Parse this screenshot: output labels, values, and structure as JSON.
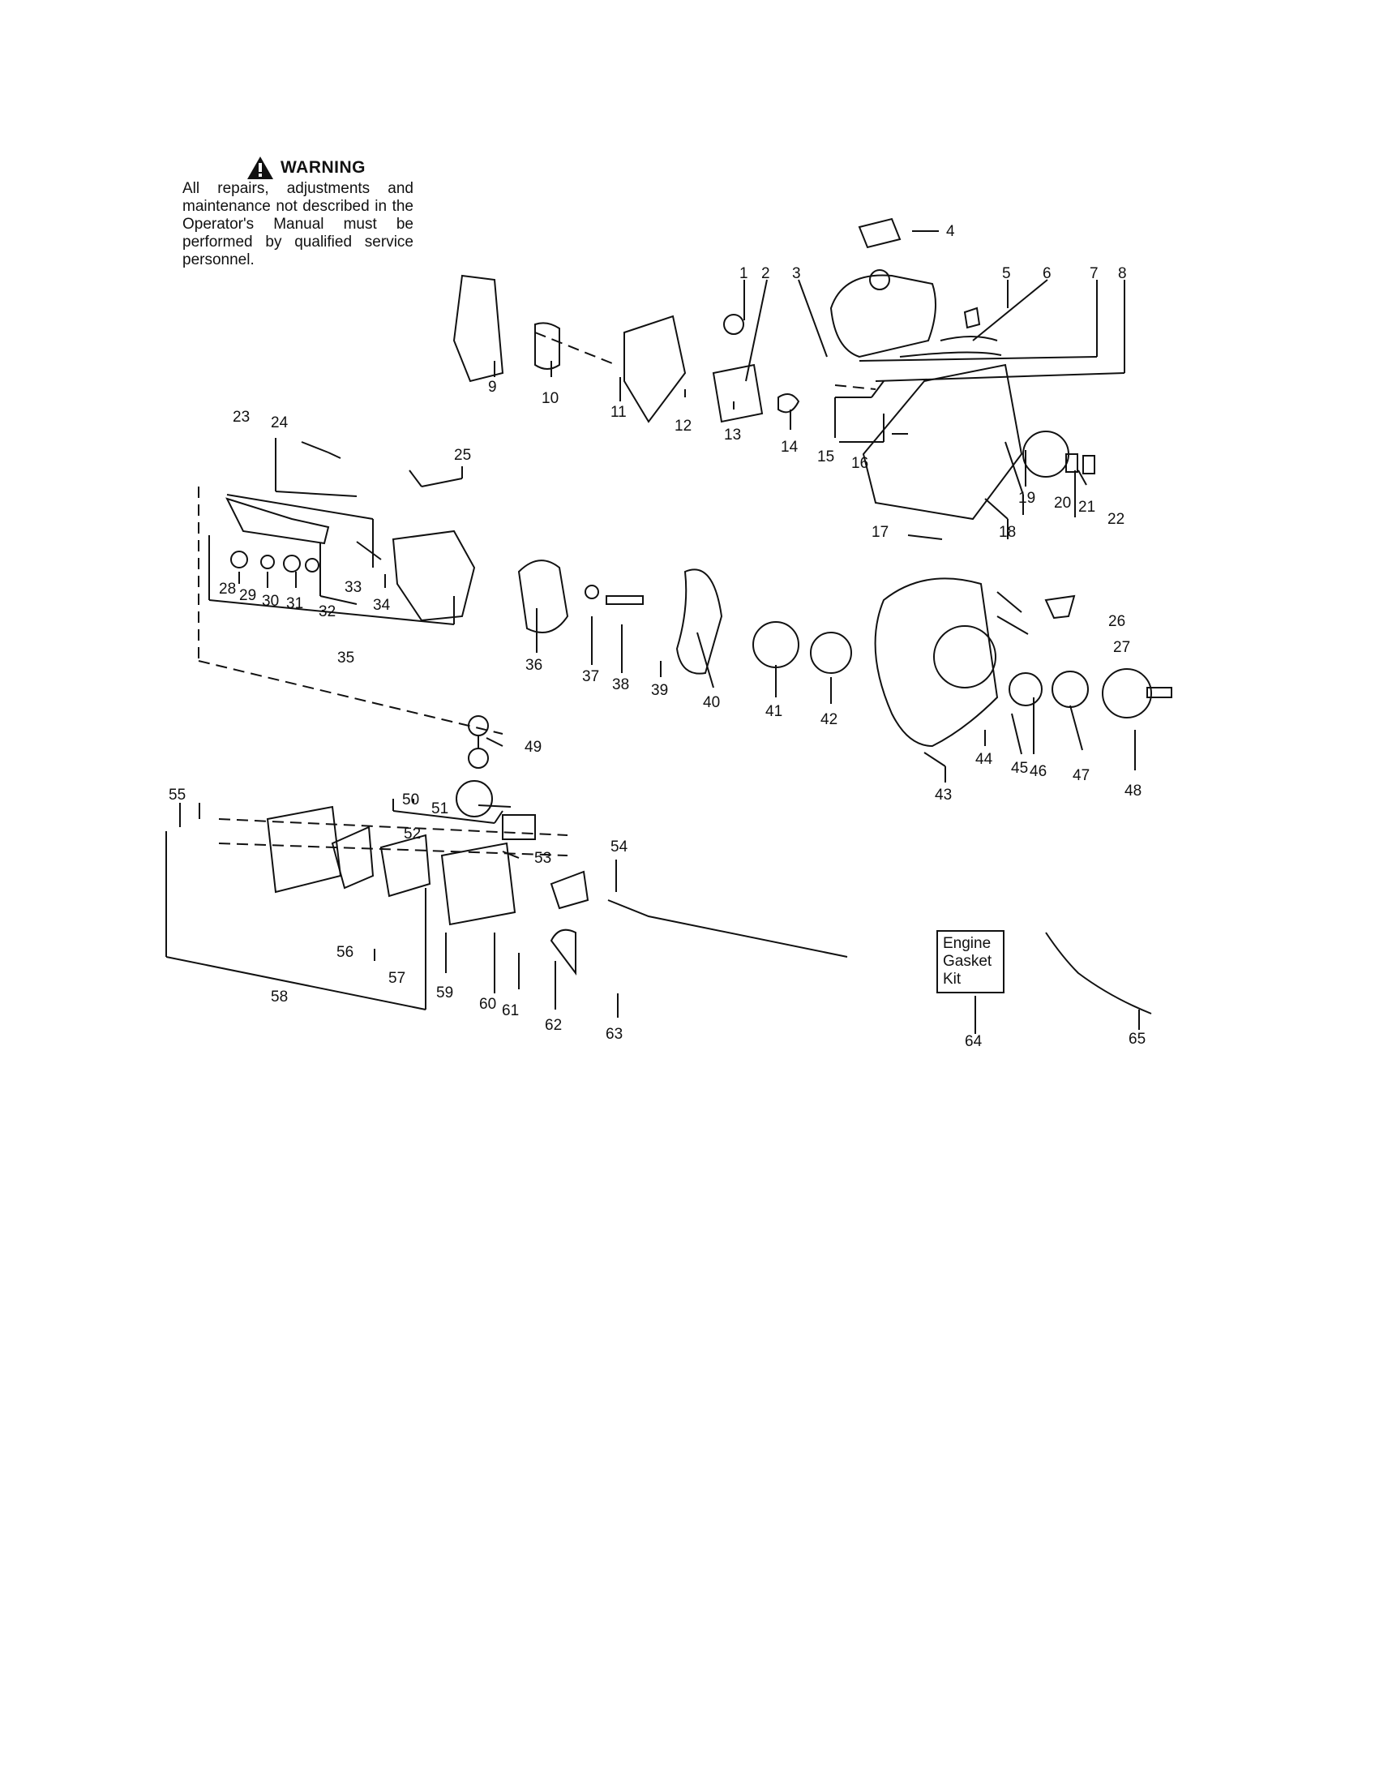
{
  "warning": {
    "title": "WARNING",
    "text": "All repairs, adjustments and maintenance not described in the Operator's Manual must be performed by qualified service personnel."
  },
  "kit": {
    "lines": [
      "Engine",
      "Gasket",
      "Kit"
    ]
  },
  "part_labels": [
    "1",
    "2",
    "3",
    "4",
    "5",
    "6",
    "7",
    "8",
    "9",
    "10",
    "11",
    "12",
    "13",
    "14",
    "15",
    "16",
    "17",
    "18",
    "19",
    "20",
    "21",
    "22",
    "23",
    "24",
    "25",
    "26",
    "27",
    "28",
    "29",
    "30",
    "31",
    "32",
    "33",
    "34",
    "35",
    "36",
    "37",
    "38",
    "39",
    "40",
    "41",
    "42",
    "43",
    "44",
    "45",
    "46",
    "47",
    "48",
    "49",
    "50",
    "51",
    "52",
    "53",
    "54",
    "55",
    "56",
    "57",
    "58",
    "59",
    "60",
    "61",
    "62",
    "63",
    "64",
    "65"
  ]
}
